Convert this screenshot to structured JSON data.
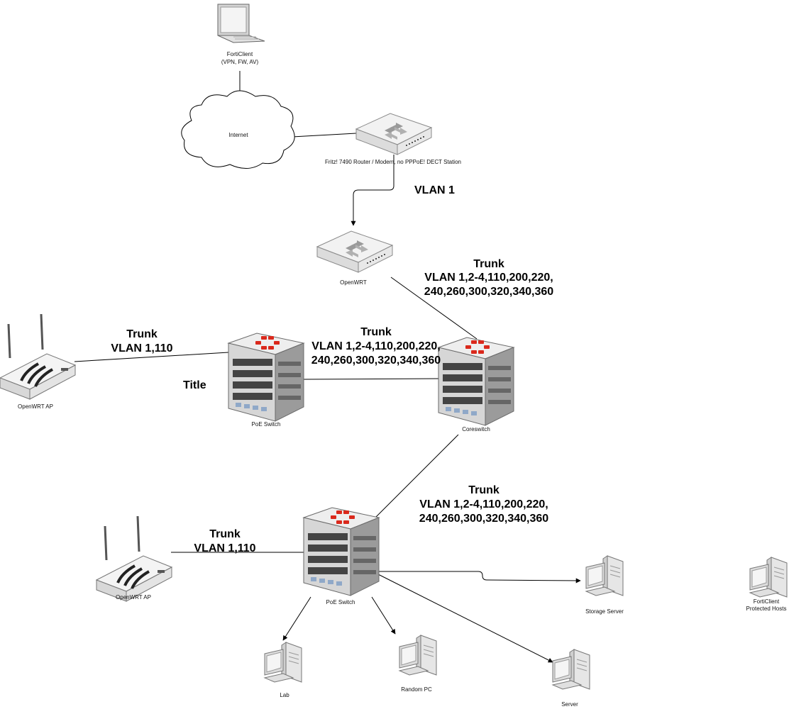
{
  "nodes": {
    "forticlient_laptop": {
      "label_lines": [
        "FortiClient",
        "(VPN, FW, AV)"
      ]
    },
    "internet": {
      "label": "Internet"
    },
    "fritz_router": {
      "label": "Fritz! 7490 Router / Modem, no PPPoE! DECT Station"
    },
    "openwrt": {
      "label": "OpenWRT"
    },
    "coreswitch": {
      "label": "Coreswitch"
    },
    "poe_switch_top": {
      "label": "PoE Switch"
    },
    "poe_switch_bottom": {
      "label": "PoE Switch"
    },
    "openwrt_ap_top": {
      "label": "OpenWRT AP"
    },
    "openwrt_ap_bottom": {
      "label": "OpenWRT AP"
    },
    "storage_server": {
      "label": "Storage Server"
    },
    "forticlient_hosts": {
      "label_lines": [
        "FortiClient",
        "Protected Hosts"
      ]
    },
    "lab": {
      "label": "Lab"
    },
    "random_pc": {
      "label": "Random PC"
    },
    "server": {
      "label": "Server"
    }
  },
  "link_labels": {
    "router_openwrt": {
      "lines": [
        "VLAN 1"
      ]
    },
    "openwrt_core": {
      "lines": [
        "Trunk",
        "VLAN 1,2-4,110,200,220,",
        "240,260,300,320,340,360"
      ]
    },
    "poe_core": {
      "lines": [
        "Trunk",
        "VLAN 1,2-4,110,200,220,",
        "240,260,300,320,340,360"
      ]
    },
    "ap_poe_top": {
      "lines": [
        "Trunk",
        "VLAN 1,110"
      ]
    },
    "core_poe_bottom": {
      "lines": [
        "Trunk",
        "VLAN 1,2-4,110,200,220,",
        "240,260,300,320,340,360"
      ]
    },
    "ap_poe_bottom": {
      "lines": [
        "Trunk",
        "VLAN 1,110"
      ]
    }
  },
  "title": "Title",
  "colors": {
    "fortinet_red": "#da291c",
    "device_gray": "#c8c8c8",
    "device_dark": "#3a3a3a",
    "line": "#000000"
  }
}
